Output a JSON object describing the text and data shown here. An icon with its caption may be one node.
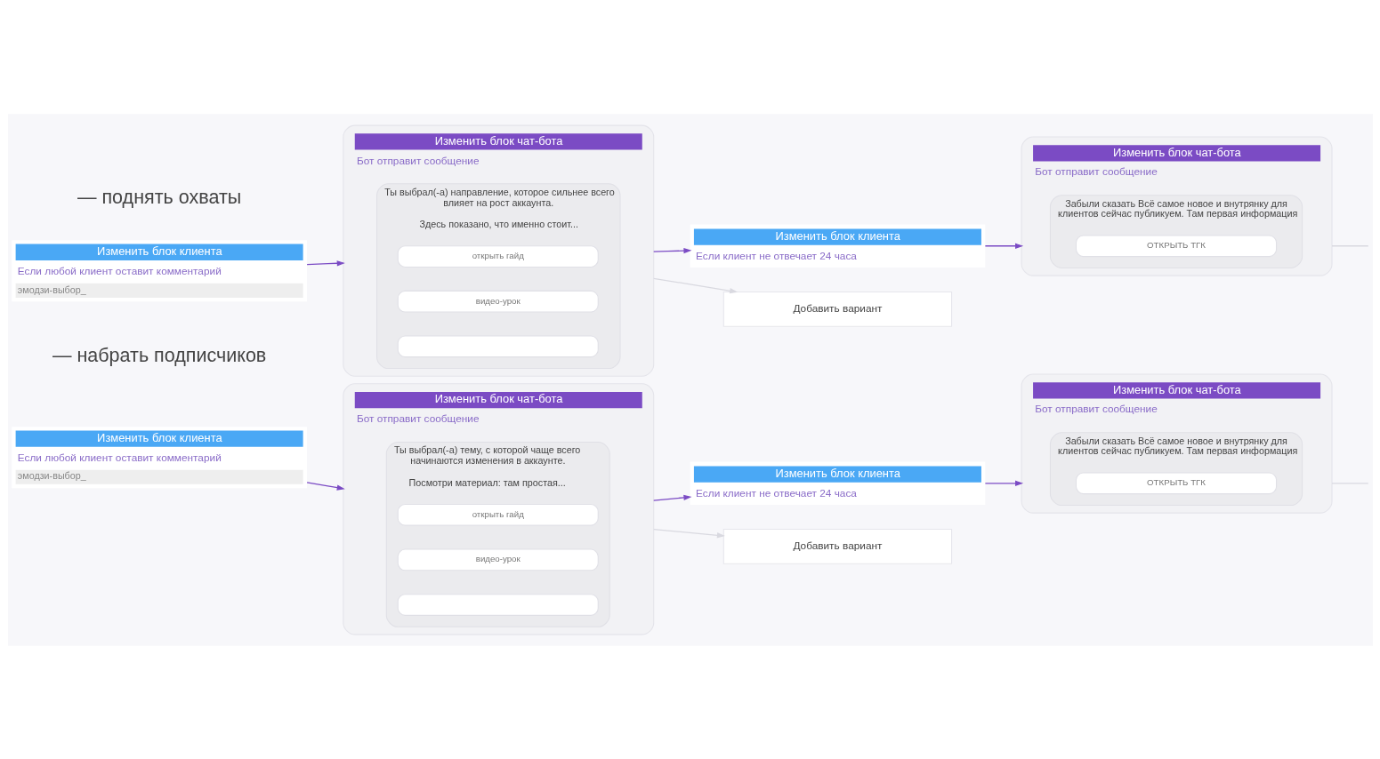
{
  "diagram": {
    "nodes": [
      {
        "text": [
          "Изменить блок клиента",
          "Если любой клиент оставит комментарий",
          "эмодзи-выбор_"
        ]
      },
      {
        "text": [
          "Изменить блок чат-бота",
          "Бот отправит сообщение"
        ]
      },
      {
        "text": [
          "Ты выбрал(-а) направление, которое сильнее всего влияет на рост аккаунта.",
          "Здесь показано, что именно стоит..."
        ],
        "in": 1
      },
      {
        "text": [
          "открыть гайд"
        ],
        "in": 2
      },
      {
        "text": [
          "видео-урок"
        ],
        "in": 2
      },
      {
        "text": [],
        "shape": "box",
        "in": 2
      },
      {
        "text": [
          "Изменить блок клиента",
          "Если клиент не отвечает 24 часа"
        ]
      },
      {
        "text": [
          "Добавить вариант"
        ]
      },
      {
        "text": [
          "Изменить блок чат-бота",
          "Бот отправит сообщение"
        ]
      },
      {
        "text": [
          "Забыли сказать Всё самое новое и внутрянку для клиентов сейчас публикуем. Там первая информация"
        ],
        "in": 8
      },
      {
        "text": [
          "ОТКРЫТЬ ТГК"
        ],
        "in": 9
      },
      {
        "text": [
          "Изменить блок клиента",
          "Если любой клиент оставит комментарий",
          "эмодзи-выбор_"
        ]
      },
      {
        "text": [
          "Изменить блок чат-бота",
          "Бот отправит сообщение"
        ]
      },
      {
        "text": [
          "Ты выбрал(-а) тему, с которой чаще всего начинаются изменения в аккаунте.",
          "Посмотри материал: там простая..."
        ],
        "in": 12
      },
      {
        "text": [
          "открыть гайд"
        ],
        "in": 13
      },
      {
        "text": [
          "видео-урок"
        ],
        "in": 13
      },
      {
        "text": [],
        "shape": "box",
        "in": 13
      },
      {
        "text": [
          "Изменить блок клиента",
          "Если клиент не отвечает 24 часа"
        ]
      },
      {
        "text": [
          "Добавить вариант"
        ]
      },
      {
        "text": [
          "Изменить блок чат-бота",
          "Бот отправит сообщение"
        ]
      },
      {
        "text": [
          "Забыли сказать Всё самое новое и внутрянку для клиентов сейчас публикуем. Там первая информация"
        ],
        "in": 19
      },
      {
        "text": [
          "ОТКРЫТЬ ТГК"
        ],
        "in": 20
      }
    ],
    "edges": [
      {
        "from": 0,
        "to": 1,
        "arrow": "to"
      },
      {
        "from": 1,
        "to": 6,
        "arrow": "to"
      },
      {
        "from": 1,
        "to": 7,
        "arrow": "to",
        "color": "#d9d9e0"
      },
      {
        "from": 6,
        "to": 8,
        "arrow": "to"
      },
      {
        "from": 8,
        "to": null,
        "arrow": "none",
        "color": "#d9d9e0"
      },
      {
        "from": 11,
        "to": 12,
        "arrow": "to"
      },
      {
        "from": 12,
        "to": 17,
        "arrow": "to"
      },
      {
        "from": 12,
        "to": 18,
        "arrow": "to",
        "color": "#d9d9e0"
      },
      {
        "from": 17,
        "to": 19,
        "arrow": "to"
      },
      {
        "from": 19,
        "to": null,
        "arrow": "none",
        "color": "#d9d9e0"
      }
    ],
    "labels": [
      "— поднять охваты",
      "— набрать подписчиков"
    ]
  }
}
